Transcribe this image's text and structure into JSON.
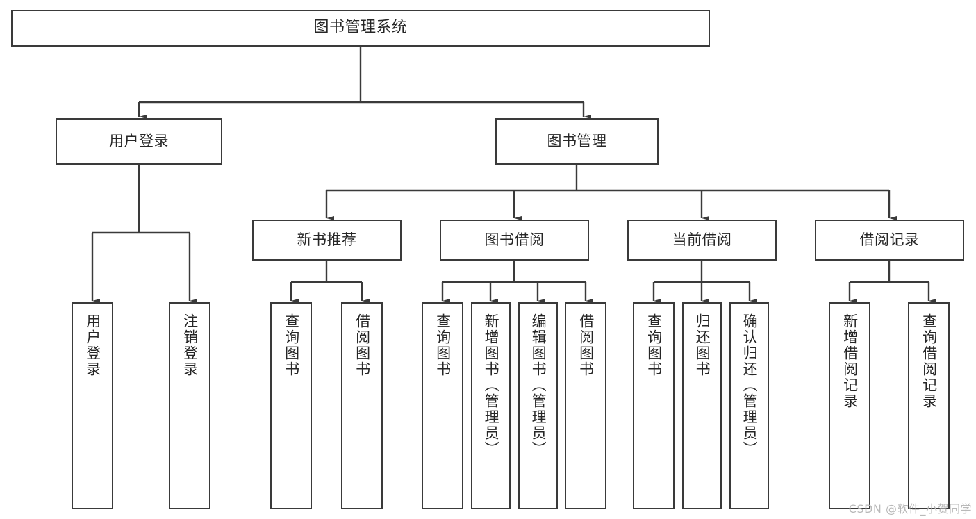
{
  "diagram": {
    "title": "图书管理系统",
    "type": "tree",
    "stroke_color": "#3a3a3a",
    "text_color": "#262626",
    "background_color": "#ffffff"
  },
  "root": {
    "label": "图书管理系统"
  },
  "level2": [
    {
      "label": "用户登录"
    },
    {
      "label": "图书管理"
    }
  ],
  "level3": [
    {
      "label": "新书推荐"
    },
    {
      "label": "图书借阅"
    },
    {
      "label": "当前借阅"
    },
    {
      "label": "借阅记录"
    }
  ],
  "leaves": {
    "user_login": [
      {
        "label": "用户登录"
      },
      {
        "label": "注销登录"
      }
    ],
    "new_book_recommend": [
      {
        "label": "查询图书"
      },
      {
        "label": "借阅图书"
      }
    ],
    "book_borrow": [
      {
        "label": "查询图书"
      },
      {
        "label": "新增图书（管理员）"
      },
      {
        "label": "编辑图书（管理员）"
      },
      {
        "label": "借阅图书"
      }
    ],
    "current_borrow": [
      {
        "label": "查询图书"
      },
      {
        "label": "归还图书"
      },
      {
        "label": "确认归还（管理员）"
      }
    ],
    "borrow_record": [
      {
        "label": "新增借阅记录"
      },
      {
        "label": "查询借阅记录"
      }
    ]
  },
  "watermark": {
    "text": "CSDN @软件_小贺同学",
    "color": "#b9b9b9"
  }
}
